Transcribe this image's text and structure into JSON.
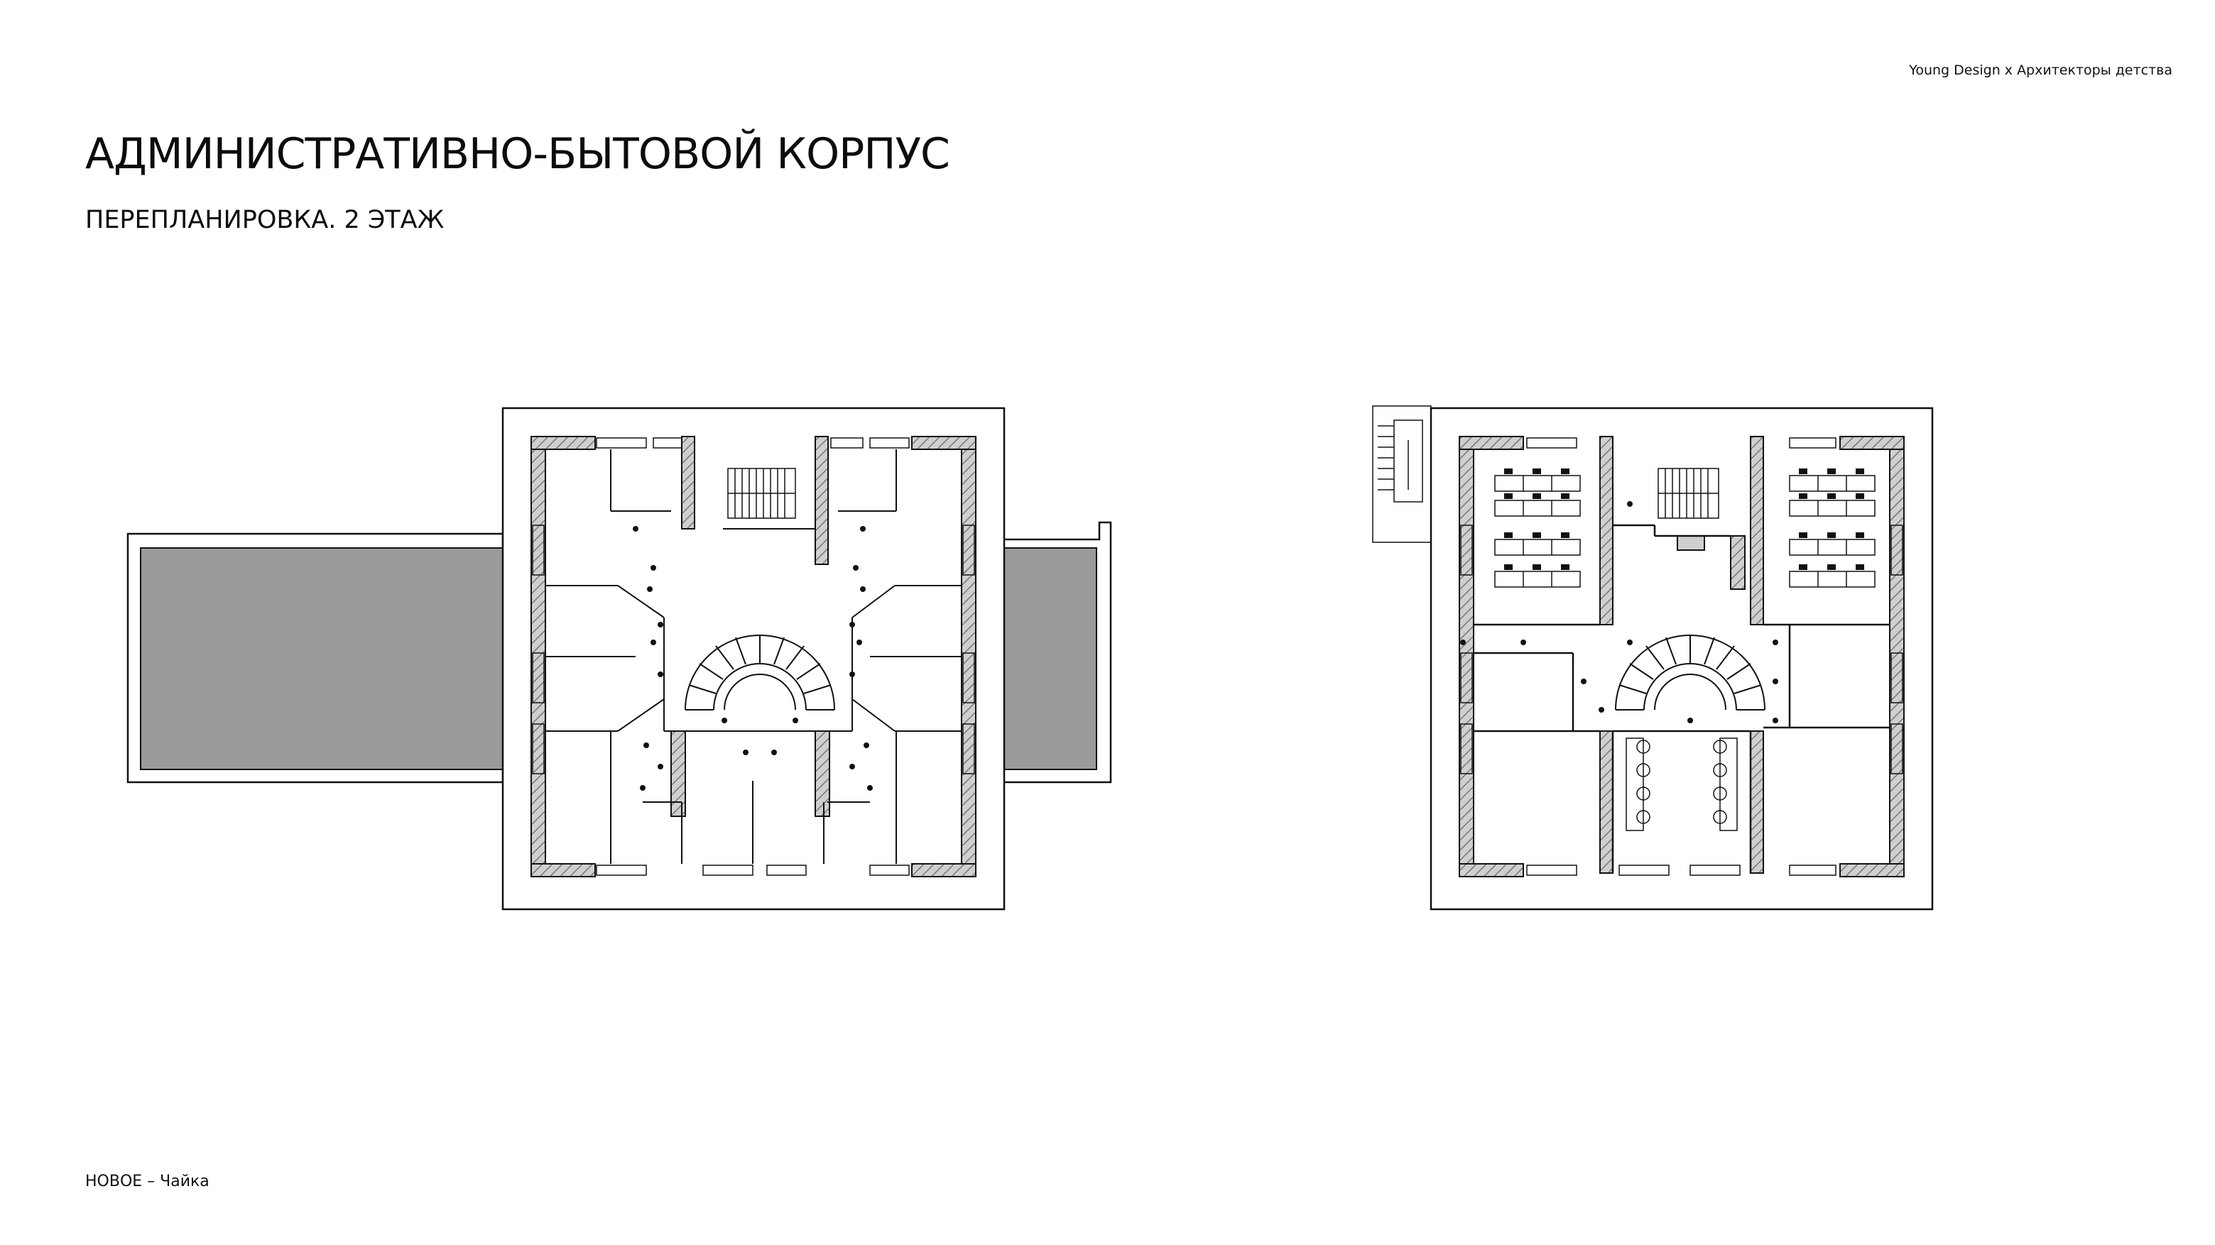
{
  "header": {
    "credit": "Young Design x Архитекторы детства",
    "title": "АДМИНИСТРАТИВНО-БЫТОВОЙ КОРПУС",
    "subtitle": "ПЕРЕПЛАНИРОВКА. 2 ЭТАЖ"
  },
  "footer": {
    "project": "НОВОЕ – Чайка"
  },
  "colors": {
    "line": "#111111",
    "wall_fill": "#c8c8c8",
    "roof_fill": "#9a9a9a",
    "background": "#ffffff"
  },
  "drawings": [
    {
      "name": "existing-floor-plan",
      "label": ""
    },
    {
      "name": "redevelopment-floor-plan",
      "label": ""
    }
  ]
}
